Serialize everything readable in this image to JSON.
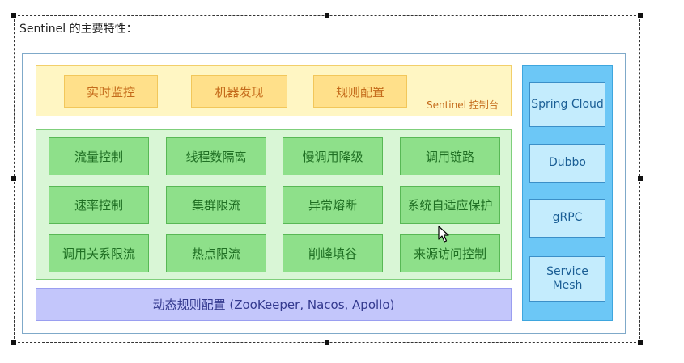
{
  "caption": "Sentinel 的主要特性：",
  "dashboard": {
    "items": [
      "实时监控",
      "机器发现",
      "规则配置"
    ],
    "label": "Sentinel 控制台"
  },
  "core": {
    "rows": [
      [
        "流量控制",
        "线程数隔离",
        "慢调用降级",
        "调用链路"
      ],
      [
        "速率控制",
        "集群限流",
        "异常熔断",
        "系统自适应保护"
      ],
      [
        "调用关系限流",
        "热点限流",
        "削峰填谷",
        "来源访问控制"
      ]
    ]
  },
  "dynamic_config": "动态规则配置 (ZooKeeper, Nacos, Apollo)",
  "integrations": [
    "Spring Cloud",
    "Dubbo",
    "gRPC",
    "Service Mesh"
  ],
  "colors": {
    "dashboard_bg": "#fff6c3",
    "core_bg": "#d9f6d6",
    "dynamic_bg": "#c3c6fb",
    "integrations_bg": "#6cc7f6"
  }
}
